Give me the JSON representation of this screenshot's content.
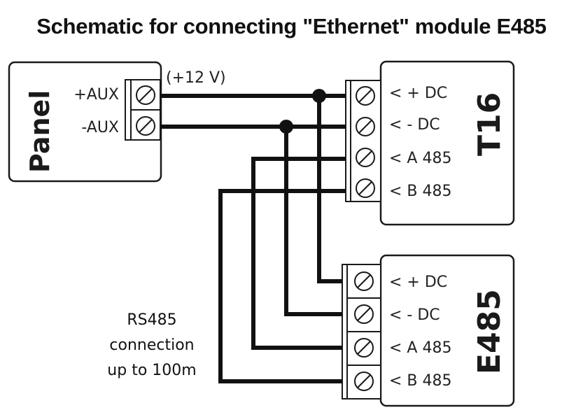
{
  "title": "Schematic for connecting \"Ethernet\" module E485",
  "panel": {
    "name": "Panel",
    "terminals": [
      "+AUX",
      "-AUX"
    ],
    "voltage_note": "(+12 V)"
  },
  "t16": {
    "name": "T16",
    "terminals": [
      "< + DC",
      "< - DC",
      "< A 485",
      "< B 485"
    ]
  },
  "e485": {
    "name": "E485",
    "terminals": [
      "< + DC",
      "< - DC",
      "< A 485",
      "< B 485"
    ]
  },
  "note": {
    "lines": [
      "RS485",
      "connection",
      "up to 100m"
    ]
  },
  "colors": {
    "wire": "#111111",
    "outline": "#1a1a1a",
    "background": "#ffffff"
  }
}
